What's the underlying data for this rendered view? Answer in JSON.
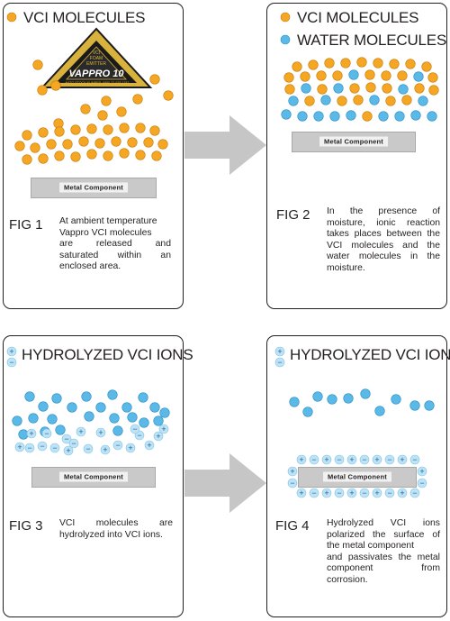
{
  "colors": {
    "vci": "#f5a623",
    "water": "#5bb9e8",
    "ion": "#bfe3f6",
    "metal": "#c9c9c9",
    "arrow": "#c6c6c6",
    "border": "#231f20"
  },
  "panels": [
    {
      "title": "VCI MOLECULES",
      "title2": "",
      "fig_label": "FIG 1",
      "description": [
        "At ambient temperature",
        "Vappro VCI molecules",
        "are released and",
        "saturated within an",
        "enclosed area."
      ],
      "metal_label": "Metal Component",
      "emitter": {
        "line1": "VCI",
        "line2": "FOAM",
        "line3": "EMITTER",
        "brand": "VAPPRO 10",
        "stock": "NATO STOCK NUMBER: 6850-22-676-1187"
      }
    },
    {
      "title": "VCI MOLECULES",
      "title2": "WATER MOLECULES",
      "fig_label": "FIG 2",
      "description": [
        "In the presence of",
        "moisture, ionic reaction",
        "takes places between the",
        "VCI molecules and the",
        "water molecules in the",
        "moisture."
      ],
      "metal_label": "Metal Component"
    },
    {
      "title": "HYDROLYZED VCI IONS",
      "title2": "",
      "fig_label": "FIG 3",
      "description": [
        "VCI molecules are",
        "hydrolyzed into VCI ions."
      ],
      "metal_label": "Metal Component"
    },
    {
      "title": "HYDROLYZED VCI IONS",
      "title2": "",
      "fig_label": "FIG 4",
      "description": [
        "Hydrolyzed VCI ions",
        "polarized the surface of",
        "the metal component",
        "and passivates the metal",
        "component from",
        "corrosion."
      ],
      "metal_label": "Metal Component"
    }
  ],
  "ion_symbols": {
    "plus": "+",
    "minus": "−"
  }
}
